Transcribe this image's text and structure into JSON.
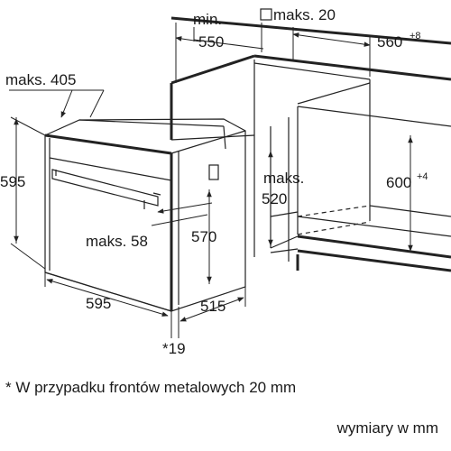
{
  "labels": {
    "min": "min.",
    "maks_20": "maks. 20",
    "d550": "550",
    "d560": "560",
    "d560_sup": "+8",
    "maks_405": "maks. 405",
    "d595_h": "595",
    "maks": "maks.",
    "d520": "520",
    "d600": "600",
    "d600_sup": "+4",
    "maks_58": "maks. 58",
    "d570": "570",
    "d595_w": "595",
    "d515": "515",
    "d19": "*19"
  },
  "footnote": "* W przypadku frontów metalowych 20 mm",
  "units": "wymiary w mm",
  "colors": {
    "line": "#222222",
    "text": "#1a1a1a",
    "background": "#ffffff"
  }
}
